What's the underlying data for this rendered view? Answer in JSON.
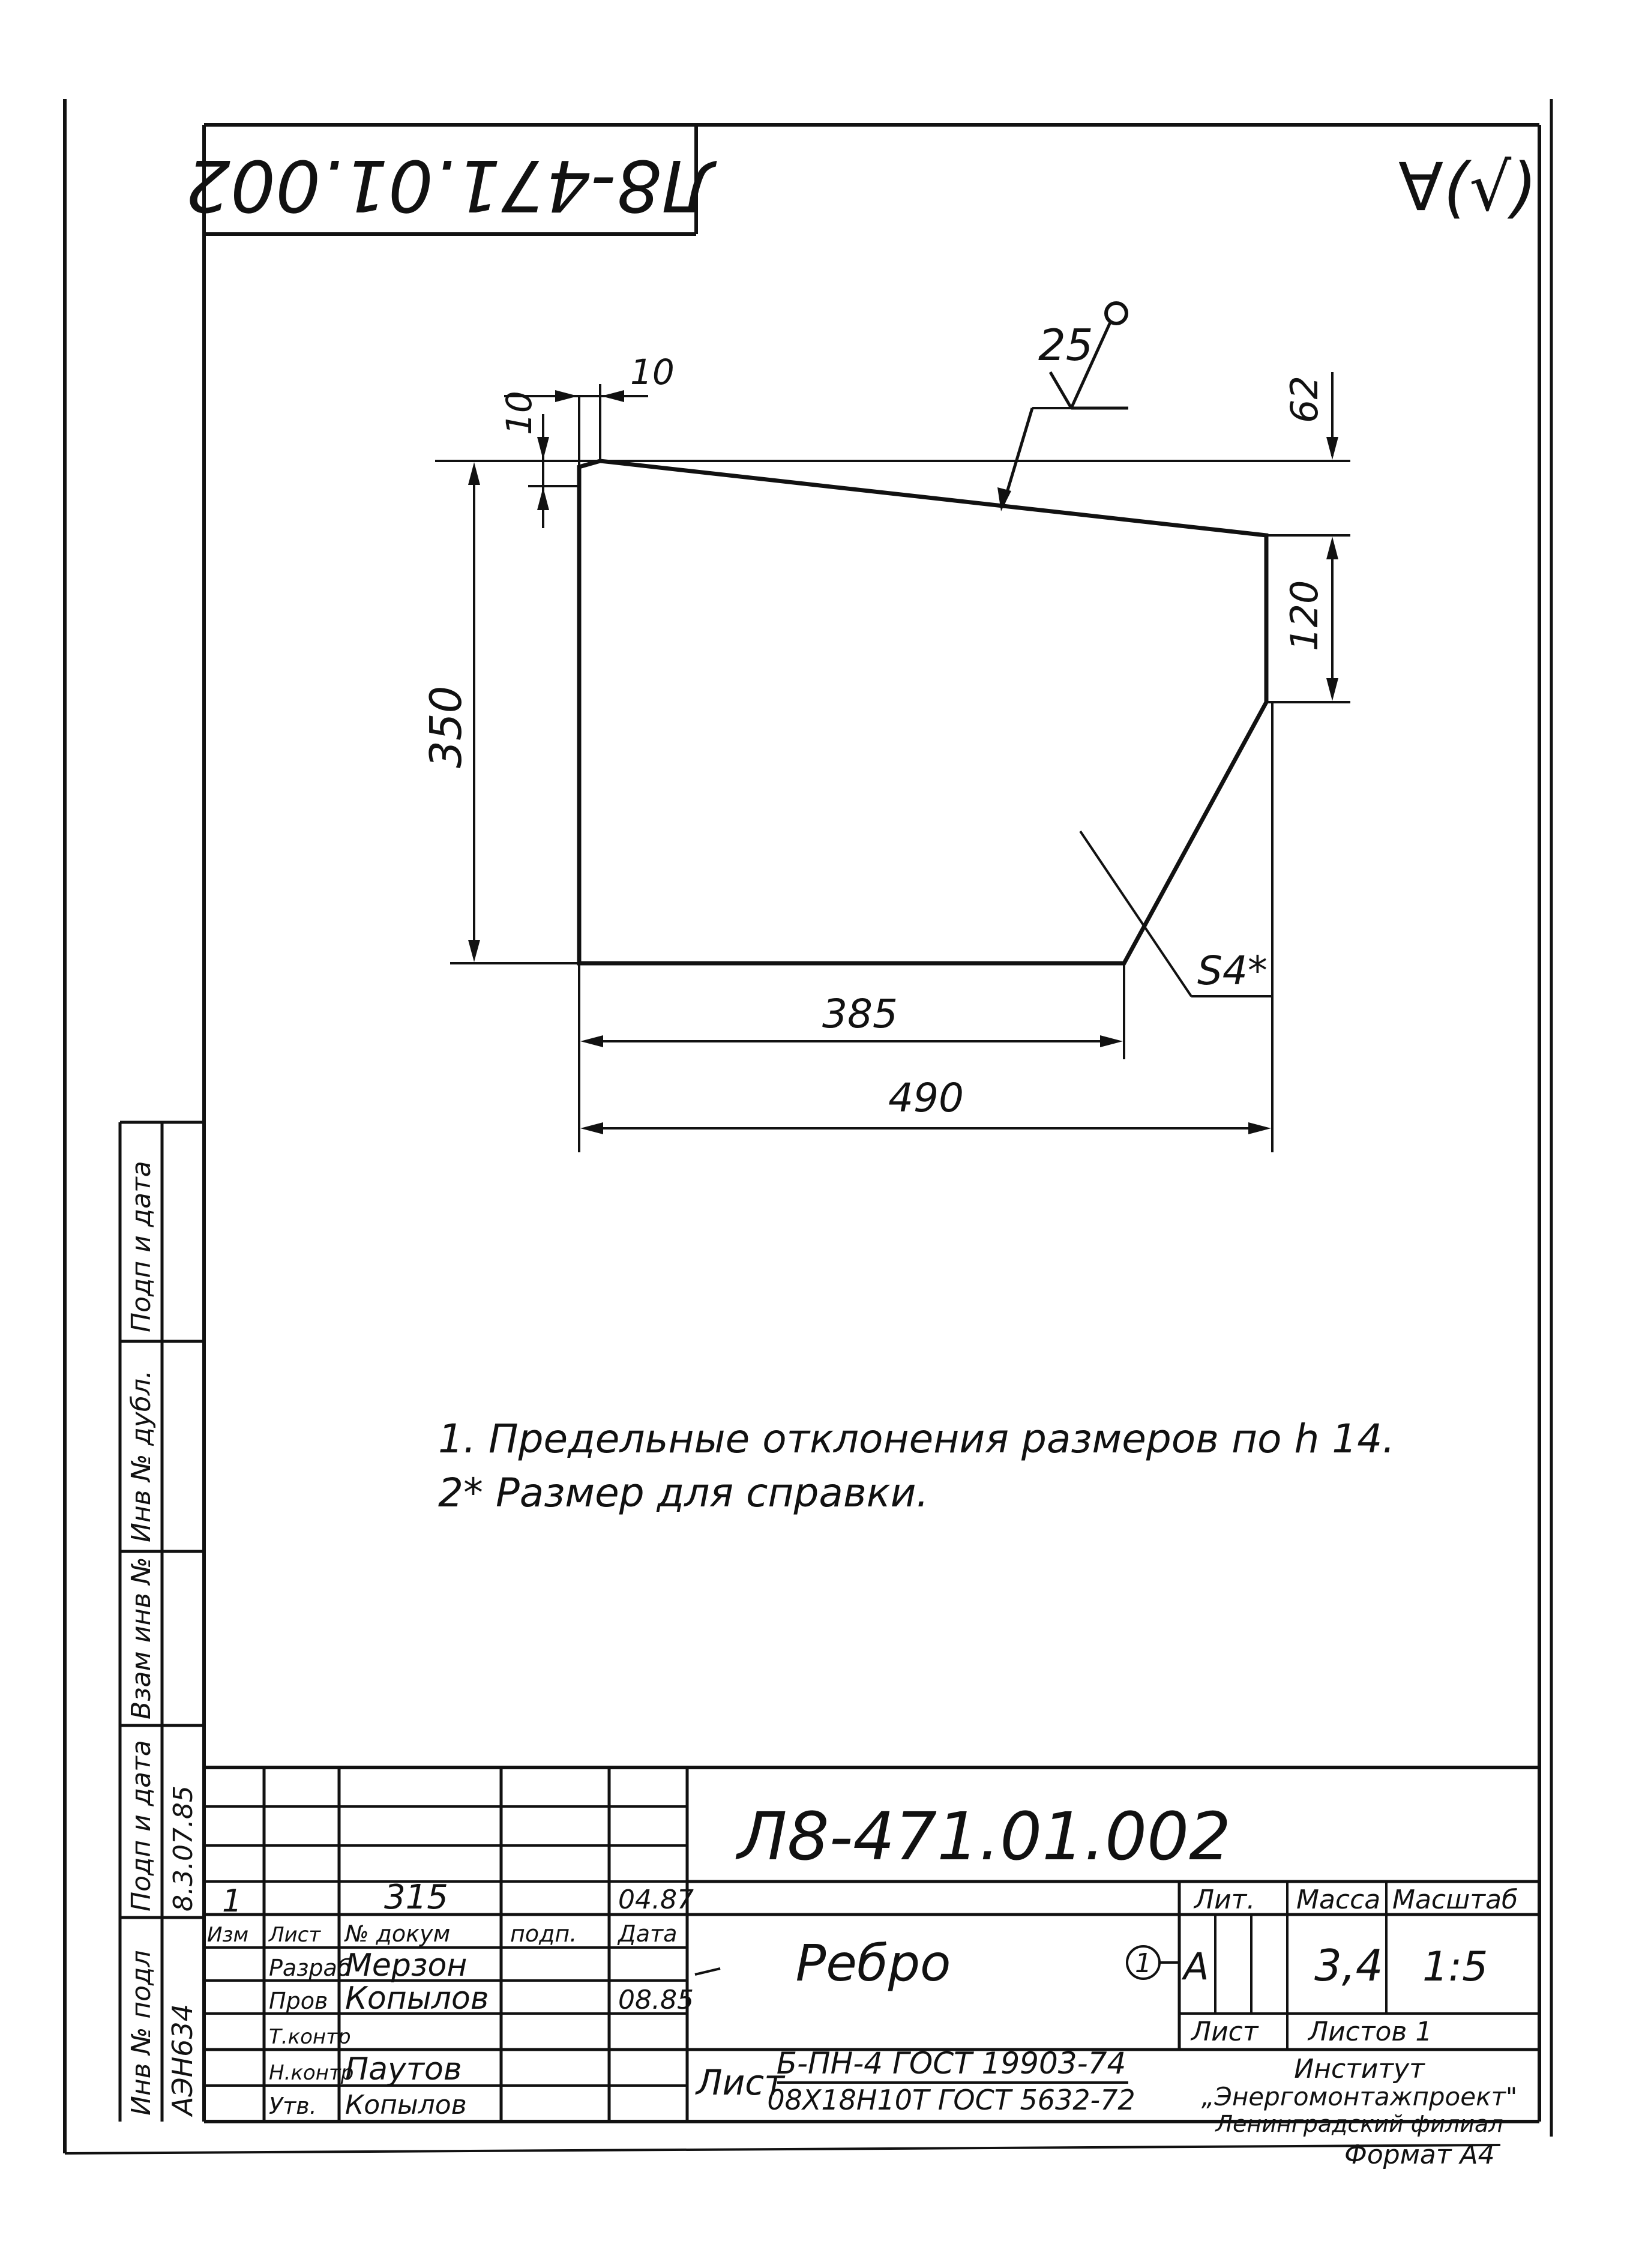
{
  "drawing": {
    "number_rotated": "Л8-471.01.002",
    "roughness": "∀(√)",
    "dimensions": {
      "top_flange_w": "10",
      "top_flange_h": "10",
      "weld": "25",
      "right_offset": "62",
      "right_height": "120",
      "height": "350",
      "base_width": "385",
      "total_width": "490",
      "thickness": "S4*"
    },
    "notes": [
      "1. Предельные отклонения размеров по h 14.",
      "2* Размер для справки."
    ]
  },
  "side_stamp": {
    "labels": [
      "Подп и дата",
      "Инв № дубл.",
      "Взам инв №",
      "Подп и дата",
      "Инв № подл"
    ],
    "values": [
      "",
      "",
      "",
      "",
      "8.3.07.85",
      "АЭН634"
    ]
  },
  "title_block": {
    "designation": "Л8-471.01.002",
    "change": {
      "izm": "1",
      "doc_no": "315",
      "date": "04.87"
    },
    "header_labels": {
      "izm": "Изм",
      "list": "Лист",
      "doc": "№ докум",
      "sign": "подп.",
      "date": "Дата"
    },
    "roles": {
      "developer_label": "Разраб",
      "developer": "Мерзон",
      "checker_label": "Пров",
      "checker": "Копылов",
      "checker_date": "08.85",
      "tech_label": "Т.контр",
      "norm_label": "Н.контр",
      "norm": "Паутов",
      "approver_label": "Утв.",
      "approver": "Копылов"
    },
    "part_name": "Ребро",
    "position": "1",
    "material_label": "Лист",
    "material_top": "Б-ПН-4 ГОСТ 19903-74",
    "material_bottom": "08Х18Н10Т ГОСТ 5632-72",
    "lit_label": "Лит.",
    "lit_value": "А",
    "mass_label": "Масса",
    "mass": "3,4",
    "scale_label": "Масштаб",
    "scale": "1:5",
    "sheet_label": "Лист",
    "sheets_label": "Листов 1",
    "org_line1": "Институт",
    "org_line2": "„Энергомонтажпроект\"",
    "org_line3": "Ленинградский филиал",
    "format": "Формат А4"
  }
}
